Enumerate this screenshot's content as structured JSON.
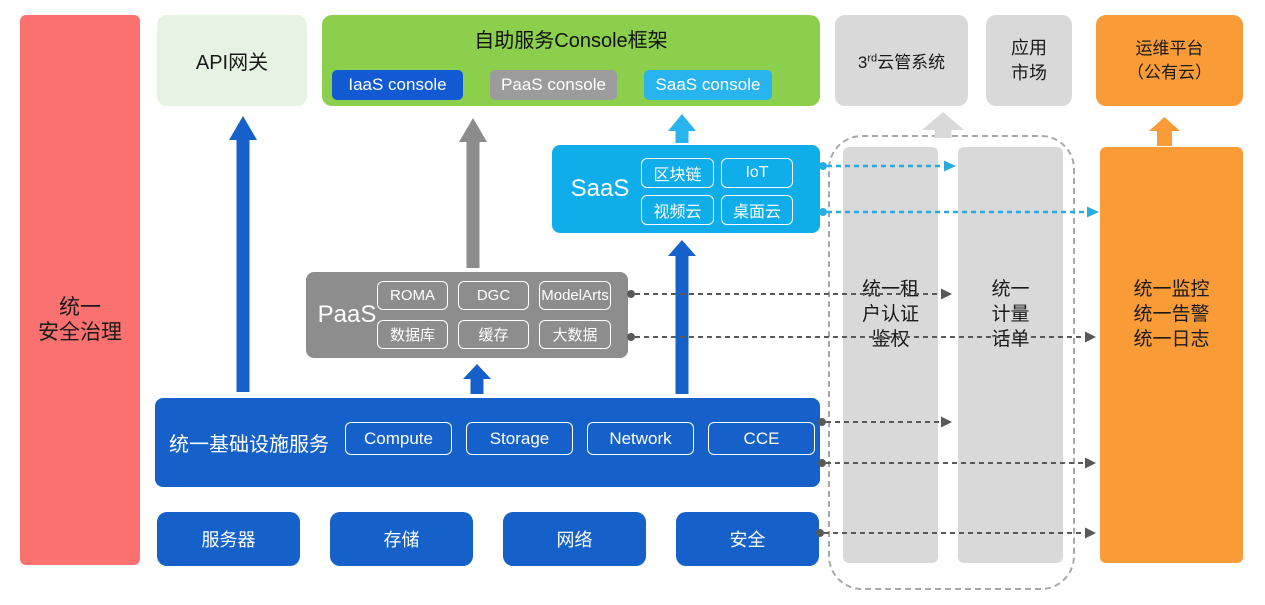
{
  "palette": {
    "blue": "#1561c9",
    "iaas_chip_blue": "#115ad4",
    "cyan": "#0fade9",
    "cyan_chip": "#27b4ef",
    "cyan_dash": "#29abe2",
    "green": "#8ccf4d",
    "light_green": "#e7f3e2",
    "red": "#fb716f",
    "orange": "#f99b37",
    "gray_box": "#d9d9d9",
    "gray_mid": "#8d8d8d",
    "gray_chip": "#9c9c9c",
    "dash_dark": "#595959"
  },
  "security_bar": {
    "lines": [
      "统一",
      "安全治理"
    ]
  },
  "api_gateway": {
    "label": "API网关"
  },
  "console": {
    "title": "自助服务Console框架",
    "chips": [
      "IaaS console",
      "PaaS console",
      "SaaS console"
    ]
  },
  "third_party_cloud": {
    "prefix": "3",
    "sup": "rd",
    "rest": "云管系统"
  },
  "app_market": {
    "lines": [
      "应用",
      "市场"
    ]
  },
  "ops_platform": {
    "lines": [
      "运维平台",
      "（公有云）"
    ]
  },
  "saas": {
    "label": "SaaS",
    "chips": [
      "区块链",
      "IoT",
      "视频云",
      "桌面云"
    ]
  },
  "paas": {
    "label": "PaaS",
    "chips": [
      "ROMA",
      "DGC",
      "ModelArts",
      "数据库",
      "缓存",
      "大数据"
    ]
  },
  "infra": {
    "label": "统一基础设施服务",
    "chips": [
      "Compute",
      "Storage",
      "Network",
      "CCE"
    ]
  },
  "hardware_row": [
    "服务器",
    "存储",
    "网络",
    "安全"
  ],
  "auth_bar": {
    "lines": [
      "统一租",
      "户认证",
      "鉴权"
    ]
  },
  "metering_bar": {
    "lines": [
      "统一",
      "计量",
      "话单"
    ]
  },
  "monitor_bar": {
    "lines": [
      "统一监控",
      "统一告警",
      "统一日志"
    ]
  }
}
